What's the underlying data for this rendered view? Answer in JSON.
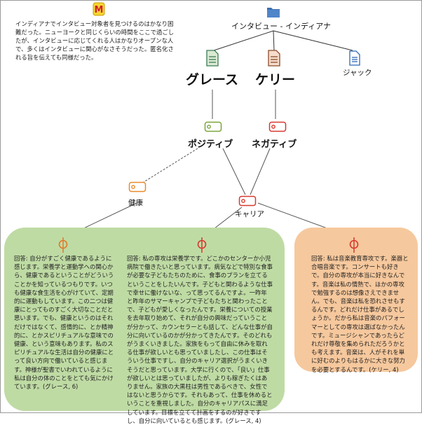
{
  "memo": {
    "icon": "memo-m-icon",
    "text": "インディアナでインタビュー対象者を見つけるのはかなり困難だった。ニューヨークと同じくらいの時間をここで過ごしたが、インタビューに応じてくれる人はかなりオープンな人で、多くはインタビューに関心がなさそうだった。匿名化される旨を伝えても同様だった。"
  },
  "root": {
    "icon": "folder-icon",
    "label": "インタビュー - インディアナ"
  },
  "documents": [
    {
      "name": "grace",
      "label": "グレース",
      "icon": "document-green-icon"
    },
    {
      "name": "kelly",
      "label": "ケリー",
      "icon": "document-orange-icon"
    },
    {
      "name": "jack",
      "label": "ジャック",
      "icon": "document-blue-icon"
    }
  ],
  "codes": [
    {
      "name": "positive",
      "label": "ポジティブ",
      "icon": "code-tag-green-icon"
    },
    {
      "name": "negative",
      "label": "ネガティブ",
      "icon": "code-tag-red-icon"
    },
    {
      "name": "health",
      "label": "健康",
      "icon": "code-tag-orange-icon"
    },
    {
      "name": "career",
      "label": "キャリア",
      "icon": "code-tag-red-icon"
    }
  ],
  "quotes": [
    {
      "name": "quote-grace-health",
      "icon": "quote-pin-icon",
      "text": "回答: 自分がすごく健康であるように感じます。栄養学と運動学への関心から、健康であるということがどういうことかを知っているつもりです。いつも健康な食生活を心がけていて、定期的に運動もしています。この二つは健康にとってものすごく大切なことだと思います。でも、健康というのはそれだけではなくて、感情的に、とか精神的に、とかスピリチュアルな意味での健康、という意味もあります。私のスピリチュアルな生活は自分の健康にとって良い方向で働いていると感じます。神様が聖書でいわれているように私は自分の体のことをとても気にかけています。(グレース, 6)"
    },
    {
      "name": "quote-grace-career",
      "icon": "quote-pin-icon",
      "text": "回答: 私の専攻は栄養学です。どこかのセンターか小児病院で働きたいと思っています。病気などで特別な食事が必要な子どもたちのために、食事のプランを立てるということをしたいんです。子どもと関わるような仕事で幸せに働けないな、って思ってるんですよ。一昨年と昨年のサマーキャンプで子どもたちと関わったことで、子どもが愛しくなったんです。栄養についての授業を去年取り始めて、それが自分の興味だっていうことが分かって、カウンセラーとも話して、どんな仕事が自分に向いているのかが分かってきたんです。そのどれもがうまくいきました。家族をもって自由に休みを取れる仕事が欲しいとも思っていましたし、この仕事はそういう仕事ですし、自分のキャリア選択がうまくいきそうだと思っています。大学に行くので、「良い」仕事が欲しいとは思っていましたが、よりも稼ぎたくはありません。家族の大黒柱は男性であるべきで、女性ではないと思うからです。それもあって、仕事を休めるということを重視しました。自分のキャリアパスに満足しています。目標を立てて計画をするのが好きですし、自分に向いているとも感じます。(グレース, 4)"
    },
    {
      "name": "quote-kelly-career",
      "icon": "quote-pin-icon",
      "text": "回答: 私は音楽教育専攻です。楽器と合唱音楽です。コンサートも好きで。自分の専攻が本当に好きなんです。音楽は私の情熱で、ほかの専攻で勉強するのは想像さえできません。でも、音楽は私を恐れさせもするんです。どれだけ仕事があるでしょうか。だから私は音楽のパフォーマーとしての専攻は選ばなかったんです。ミュージシャンであったらどれだけ尊敬を集められただろうかとも考えます。音楽は、人がそれを単に好むのよりもはるかに大きな努力を必要とするんです。(ケリー, 4)"
    }
  ]
}
